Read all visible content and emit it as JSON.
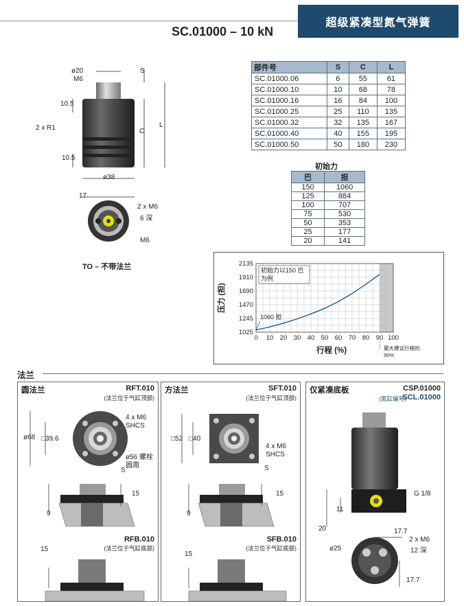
{
  "header": {
    "band_title": "超级紧凑型氮气弹簧",
    "model": "SC.01000 – 10 kN"
  },
  "drawing_main": {
    "dia20": "ø20",
    "m6": "M6",
    "s": "S",
    "l": "L",
    "c": "C",
    "d105_top": "10.5",
    "r1": "2 x R1",
    "d105_bot": "10.5",
    "dia38": "ø38",
    "d17": "17",
    "m6_2x": "2 x M6",
    "depth6": "6 深",
    "m6_bottom": "M6",
    "caption": "TO – 不带法兰"
  },
  "spec_table": {
    "headers": [
      "部件号",
      "S",
      "C",
      "L"
    ],
    "rows": [
      [
        "SC.01000.06",
        "6",
        "55",
        "61"
      ],
      [
        "SC.01000.10",
        "10",
        "68",
        "78"
      ],
      [
        "SC.01000.16",
        "16",
        "84",
        "100"
      ],
      [
        "SC.01000.25",
        "25",
        "110",
        "135"
      ],
      [
        "SC.01000.32",
        "32",
        "135",
        "167"
      ],
      [
        "SC.01000.40",
        "40",
        "155",
        "195"
      ],
      [
        "SC.01000.50",
        "50",
        "180",
        "230"
      ]
    ]
  },
  "force_table": {
    "title": "初始力",
    "headers": [
      "巴",
      "担"
    ],
    "rows": [
      [
        "150",
        "1060"
      ],
      [
        "125",
        "884"
      ],
      [
        "100",
        "707"
      ],
      [
        "75",
        "530"
      ],
      [
        "50",
        "353"
      ],
      [
        "25",
        "177"
      ],
      [
        "20",
        "141"
      ]
    ]
  },
  "chart_data": {
    "type": "line",
    "title": "",
    "xlabel": "行程 (%)",
    "ylabel": "压力 (担)",
    "xlim": [
      0,
      100
    ],
    "ylim": [
      1025,
      2135
    ],
    "x_ticks": [
      "0",
      "10",
      "20",
      "30",
      "40",
      "50",
      "60",
      "70",
      "80",
      "90",
      "100"
    ],
    "y_ticks": [
      "1025",
      "1245",
      "1470",
      "1690",
      "1910",
      "2135"
    ],
    "grid": true,
    "series": [
      {
        "x": [
          0,
          10,
          20,
          30,
          40,
          50,
          60,
          70,
          80,
          90
        ],
        "y": [
          1060,
          1110,
          1170,
          1240,
          1320,
          1410,
          1520,
          1650,
          1800,
          1960
        ]
      }
    ],
    "annotations": {
      "legend_note": "初始力以150 巴 为例",
      "start_label": "1060 担",
      "max_note": "最大建议行程的 90%"
    },
    "shaded_from_x": 90,
    "line_color": "#1f5a99",
    "shade_color": "#c8c8c8"
  },
  "flange_section": {
    "title": "法兰",
    "round": {
      "title": "圆法兰",
      "code_top": "RFT.010",
      "sub_top": "(法兰位于气缸顶部)",
      "dia68": "ø68",
      "sq396": "□39.6",
      "bolts": "4 x M6",
      "shcs": "SHCS",
      "pcd": "ø56 螺栓",
      "pcd2": "圆周",
      "s": "S",
      "d15": "15",
      "d9": "9",
      "code_bot": "RFB.010",
      "sub_bot": "(法兰位于气缸底部)",
      "d15b": "15"
    },
    "square": {
      "title": "方法兰",
      "code_top": "SFT.010",
      "sub_top": "(法兰位于气缸顶部)",
      "sq52": "□52",
      "sq40": "□40",
      "bolts": "4 x M6",
      "shcs": "SHCS",
      "s": "S",
      "d15": "15",
      "d9": "9",
      "code_bot": "SFB.010",
      "sub_bot": "(法兰位于气缸底部)",
      "d15b": "15"
    },
    "base": {
      "title": "仅紧凑底板",
      "code": "CSP.01000",
      "sub": "(氮缸编号)",
      "code2": "SCL.01000",
      "g18": "G 1/8",
      "d11": "11",
      "d20": "20",
      "d177a": "17.7",
      "m6": "2 x M6",
      "depth": "12 深",
      "dia25": "ø25",
      "d177b": "17.7"
    }
  }
}
